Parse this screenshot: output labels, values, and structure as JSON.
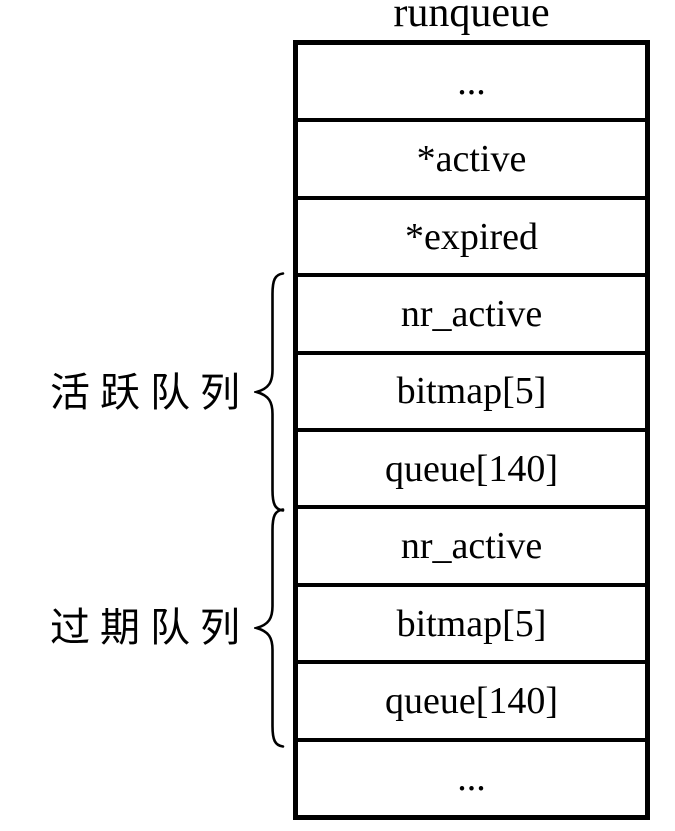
{
  "diagram": {
    "title": "runqueue",
    "rows": [
      "...",
      "*active",
      "*expired",
      "nr_active",
      "bitmap[5]",
      "queue[140]",
      "nr_active",
      "bitmap[5]",
      "queue[140]",
      "..."
    ],
    "groups": [
      {
        "label": "活跃队列",
        "rows": [
          "nr_active",
          "bitmap[5]",
          "queue[140]"
        ]
      },
      {
        "label": "过期队列",
        "rows": [
          "nr_active",
          "bitmap[5]",
          "queue[140]"
        ]
      }
    ],
    "colors": {
      "background": "#ffffff",
      "line": "#000000",
      "text": "#000000"
    }
  }
}
